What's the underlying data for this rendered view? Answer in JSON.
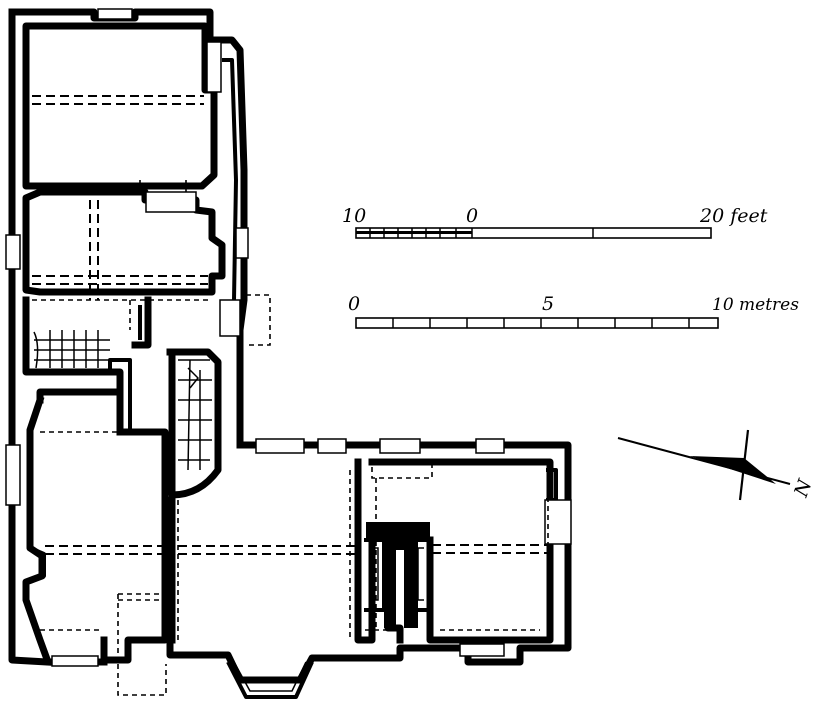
{
  "scale_feet": {
    "labels": [
      "10",
      "0",
      "20 feet"
    ]
  },
  "scale_metres": {
    "labels": [
      "0",
      "5",
      "10 metres"
    ]
  },
  "north_arrow": {
    "label": "N"
  }
}
